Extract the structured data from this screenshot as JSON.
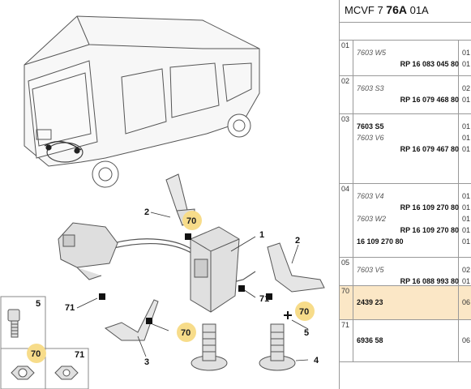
{
  "panel": {
    "header": {
      "pre": "MCVF 7 ",
      "bold": "76A",
      "post": " 01A"
    },
    "rows": [
      {
        "index": "01",
        "lines": [
          {
            "text": "7603 W5",
            "style": "ital",
            "qty": "01"
          },
          {
            "text": "RP 16 083 045 80",
            "style": "bold-right",
            "qty": "01"
          }
        ]
      },
      {
        "index": "02",
        "lines": [
          {
            "text": "7603 S3",
            "style": "ital",
            "qty": "02"
          },
          {
            "text": "RP 16 079 468 80",
            "style": "bold-right",
            "qty": "01"
          }
        ]
      },
      {
        "index": "03",
        "lines": [
          {
            "text": "7603 S5",
            "style": "bold",
            "qty": "01"
          },
          {
            "text": "7603 V6",
            "style": "ital",
            "qty": "01"
          },
          {
            "text": "RP 16 079 467 80",
            "style": "bold-right",
            "qty": "01"
          }
        ]
      },
      {
        "index": "04",
        "lines": [
          {
            "text": "7603 V4",
            "style": "ital",
            "qty": "01"
          },
          {
            "text": "RP 16 109 270 80",
            "style": "bold-right",
            "qty": "01"
          },
          {
            "text": "7603 W2",
            "style": "ital",
            "qty": "01"
          },
          {
            "text": "RP 16 109 270 80",
            "style": "bold-right",
            "qty": "01"
          },
          {
            "text": "16 109 270 80",
            "style": "bold",
            "qty": "01"
          }
        ]
      },
      {
        "index": "05",
        "lines": [
          {
            "text": "7603 V5",
            "style": "ital",
            "qty": "02"
          },
          {
            "text": "RP 16 088 993 80",
            "style": "bold-right",
            "qty": "01"
          }
        ]
      },
      {
        "index": "70",
        "highlight": true,
        "lines": [
          {
            "text": "2439 23",
            "style": "bold",
            "qty": "06"
          }
        ]
      },
      {
        "index": "71",
        "lines": [
          {
            "text": "6936 58",
            "style": "bold",
            "qty": "06"
          }
        ]
      }
    ]
  },
  "callouts": {
    "c1": "1",
    "c2a": "2",
    "c2b": "2",
    "c3": "3",
    "c4": "4",
    "c5a": "5",
    "c5b": "5",
    "c70a": "70",
    "c70b": "70",
    "c70c": "70",
    "c70d": "70",
    "c71a": "71",
    "c71b": "71",
    "c71c": "71"
  },
  "colors": {
    "highlight": "#fbe7c6",
    "callout_circle": "#f7dc8a",
    "line": "#444444"
  }
}
